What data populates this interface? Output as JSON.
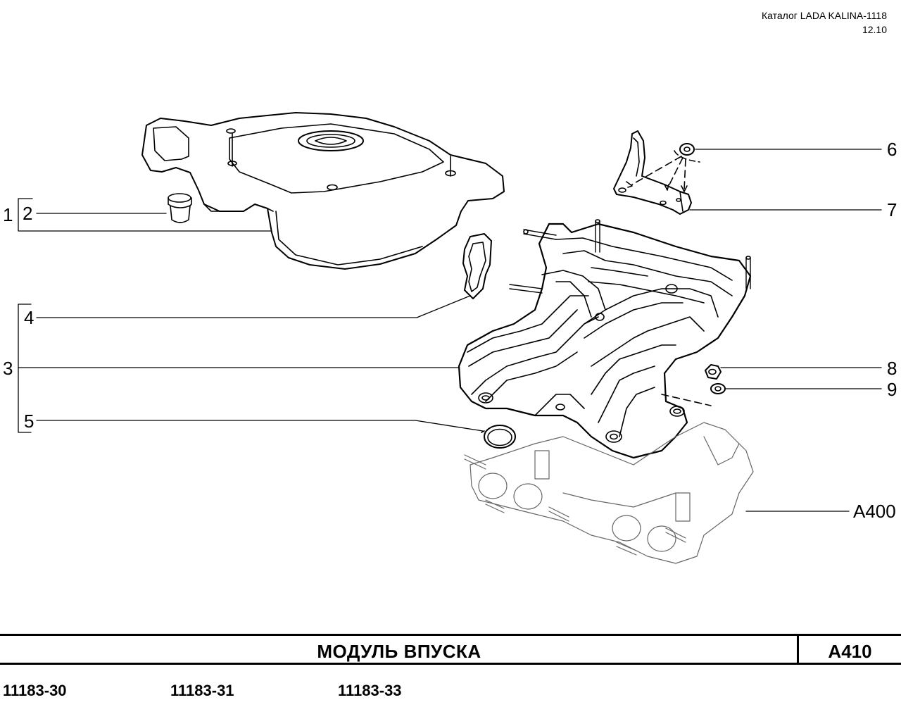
{
  "header": {
    "catalog": "Каталог LADA KALINA-1118",
    "date": "12.10"
  },
  "callouts": {
    "c1": "1",
    "c2": "2",
    "c3": "3",
    "c4": "4",
    "c5": "5",
    "c6": "6",
    "c7": "7",
    "c8": "8",
    "c9": "9",
    "ref": "A400"
  },
  "title": {
    "text": "МОДУЛЬ   ВПУСКА",
    "code": "A410"
  },
  "models": [
    "11183-30",
    "11183-31",
    "11183-33"
  ]
}
